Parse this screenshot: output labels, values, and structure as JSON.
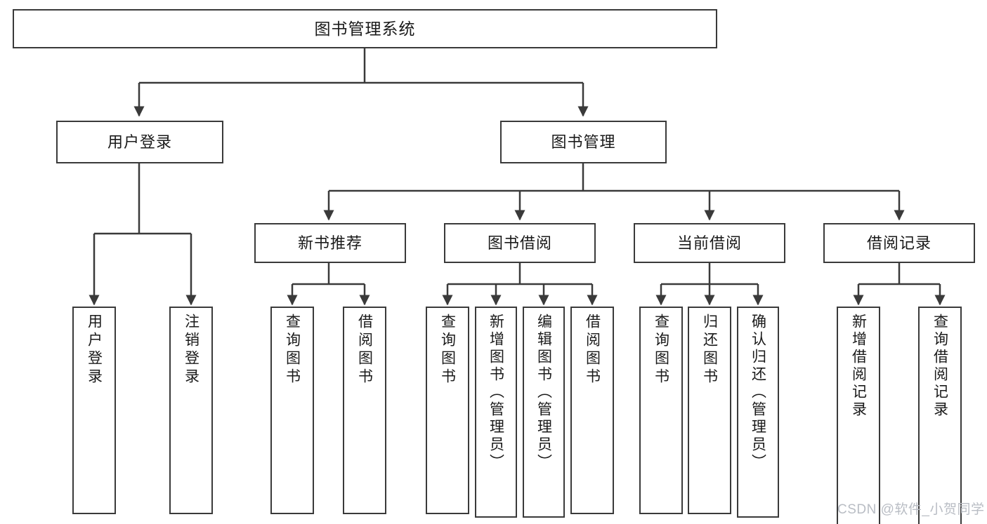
{
  "diagram": {
    "title": "图书管理系统",
    "type": "tree-hierarchy",
    "root": {
      "label": "图书管理系统",
      "name": "root-node-book-management-system"
    },
    "level2": [
      {
        "label": "用户登录",
        "name": "node-user-login"
      },
      {
        "label": "图书管理",
        "name": "node-book-management"
      }
    ],
    "level3": [
      {
        "label": "新书推荐",
        "name": "node-new-book-recommendation"
      },
      {
        "label": "图书借阅",
        "name": "node-book-borrowing"
      },
      {
        "label": "当前借阅",
        "name": "node-current-borrowing"
      },
      {
        "label": "借阅记录",
        "name": "node-borrowing-records"
      }
    ],
    "leaves": {
      "user_login": [
        {
          "label": "用户登录",
          "name": "leaf-user-login"
        },
        {
          "label": "注销登录",
          "name": "leaf-logout"
        }
      ],
      "new_book_recommendation": [
        {
          "label": "查询图书",
          "name": "leaf-query-books-recommend"
        },
        {
          "label": "借阅图书",
          "name": "leaf-borrow-books-recommend"
        }
      ],
      "book_borrowing": [
        {
          "label": "查询图书",
          "name": "leaf-query-books-borrow"
        },
        {
          "label": "新增图书（管理员）",
          "name": "leaf-add-book-admin"
        },
        {
          "label": "编辑图书（管理员）",
          "name": "leaf-edit-book-admin"
        },
        {
          "label": "借阅图书",
          "name": "leaf-borrow-book"
        }
      ],
      "current_borrowing": [
        {
          "label": "查询图书",
          "name": "leaf-query-books-current"
        },
        {
          "label": "归还图书",
          "name": "leaf-return-book"
        },
        {
          "label": "确认归还（管理员）",
          "name": "leaf-confirm-return-admin"
        }
      ],
      "borrowing_records": [
        {
          "label": "新增借阅记录",
          "name": "leaf-add-borrow-record"
        },
        {
          "label": "查询借阅记录",
          "name": "leaf-query-borrow-record"
        }
      ]
    },
    "watermark": "CSDN @软件_小贺同学",
    "colors": {
      "border": "#3a3a3a",
      "background": "#ffffff",
      "text": "#1a1a1a",
      "watermark": "#b9bdc4"
    }
  }
}
